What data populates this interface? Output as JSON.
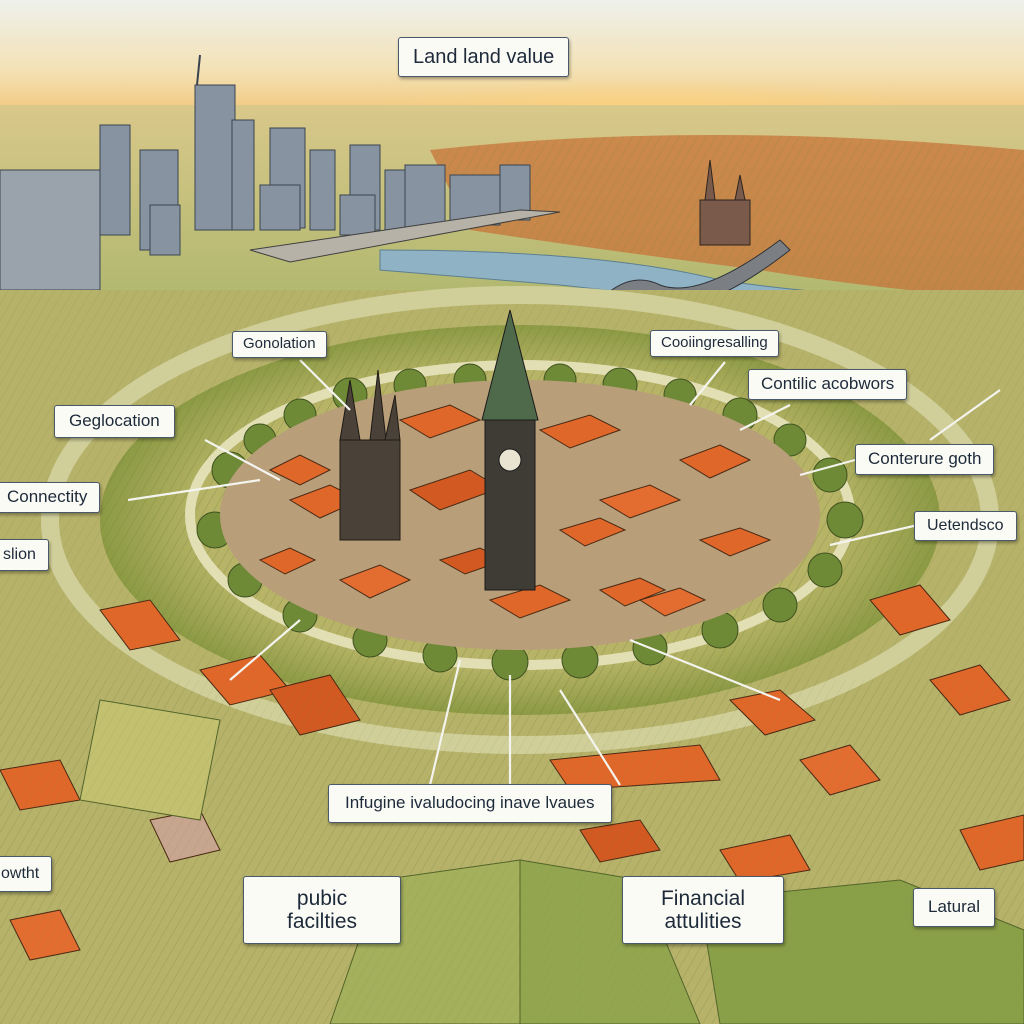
{
  "title": "Land land value",
  "labels": {
    "genolation": "Gonolation",
    "geglocation": "Geglocation",
    "connectity": "Connectity",
    "sion": "slion",
    "cooling": "Cooiingresalling",
    "contilic": "Contilic acobwors",
    "conterure": "Conterure goth",
    "uetend": "Uetendsco",
    "infugine": "Infugine ivaludocing inave lvaues",
    "owtht": "owtht",
    "public_line1": "pubic",
    "public_line2": "facilties",
    "financial_line1": "Financial",
    "financial_line2": "attulities",
    "latural": "Latural"
  },
  "colors": {
    "roof": "#e0672a",
    "tree": "#6f8a36",
    "water": "#8fb3c4",
    "field_light": "#c9c37a",
    "sky": "#f0d8a0"
  }
}
